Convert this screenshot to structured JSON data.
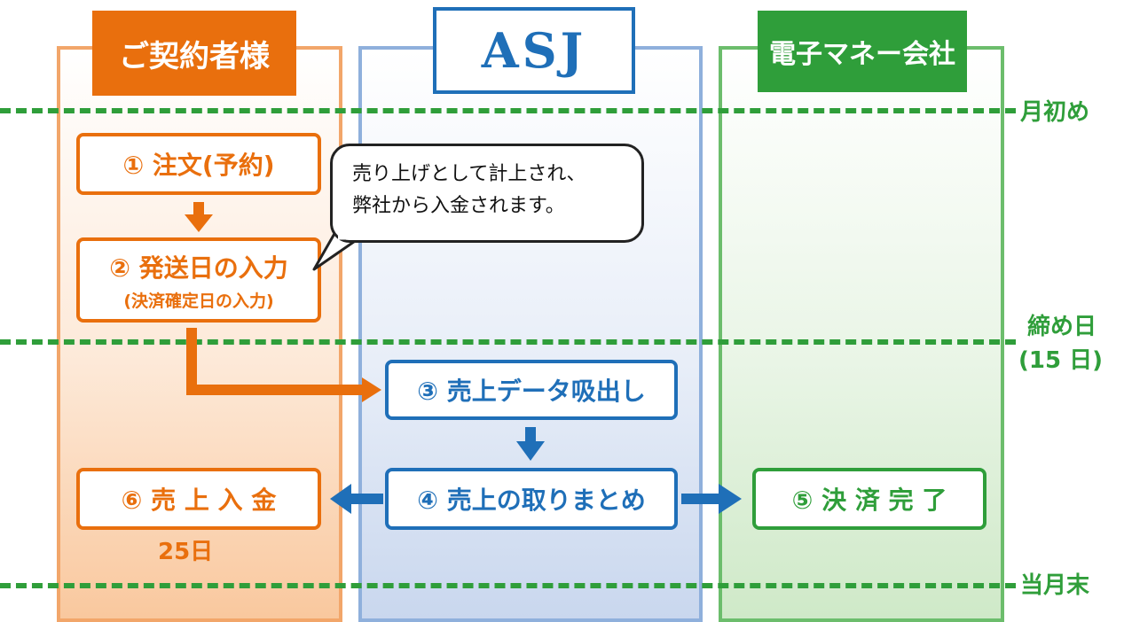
{
  "lanes": {
    "customer": "ご契約者様",
    "asj": "ASJ",
    "money": "電子マネー会社"
  },
  "timeline": {
    "start": "月初め",
    "cutoff_line1": "締め日",
    "cutoff_line2": "(15 日)",
    "end": "当月末"
  },
  "steps": {
    "s1": "① 注文(予約)",
    "s2": "② 発送日の入力",
    "s2_sub": "(決済確定日の入力)",
    "s3": "③ 売上データ吸出し",
    "s4": "④ 売上の取りまとめ",
    "s5": "⑤ 決 済 完 了",
    "s6": "⑥ 売 上 入 金"
  },
  "payment_day": "25日",
  "speech_bubble": {
    "line1": "売り上げとして計上され、",
    "line2": "弊社から入金されます。"
  },
  "colors": {
    "customer": "#e96f0d",
    "asj": "#1f6fb8",
    "money": "#2f9e3a"
  }
}
